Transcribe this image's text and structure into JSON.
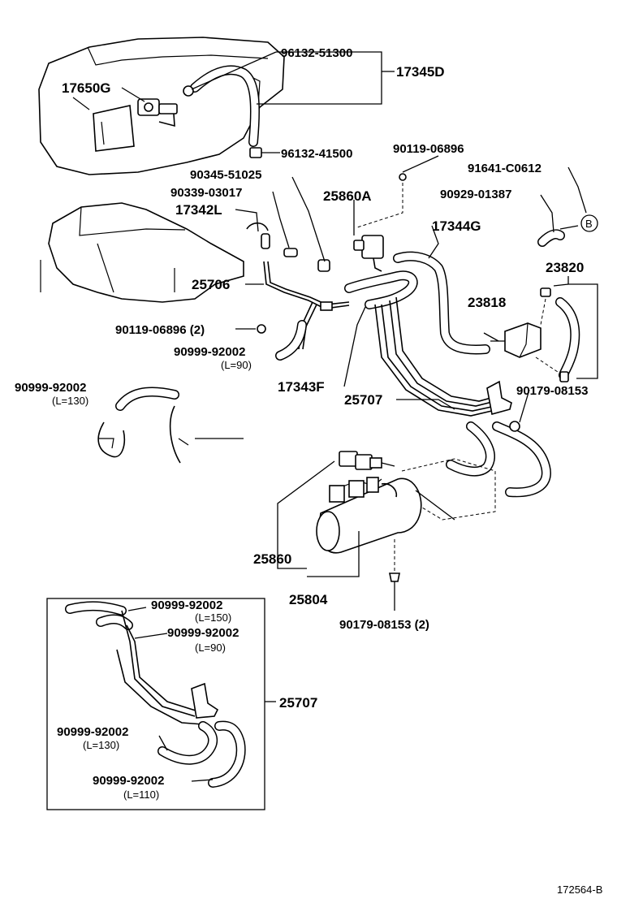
{
  "labels": {
    "p96132_51300": "96132-51300",
    "p17345D": "17345D",
    "p17650G": "17650G",
    "p96132_41500": "96132-41500",
    "p90119_06896": "90119-06896",
    "p91641_C0612": "91641-C0612",
    "p90345_51025": "90345-51025",
    "p25860A": "25860A",
    "p90929_01387": "90929-01387",
    "p90339_03017": "90339-03017",
    "p17342L": "17342L",
    "p17344G": "17344G",
    "marker_B": "B",
    "p23820": "23820",
    "p25706": "25706",
    "p23818": "23818",
    "p90119_06896_2": "90119-06896 (2)",
    "p90999_92002_a": "90999-92002",
    "l90_a": "(L=90)",
    "p17343F": "17343F",
    "p90179_08153": "90179-08153",
    "p90999_92002_b": "90999-92002",
    "l130_a": "(L=130)",
    "p25707": "25707",
    "p25860": "25860",
    "p25804": "25804",
    "p90179_08153_2": "90179-08153 (2)",
    "inset_p90999_92002_150": "90999-92002",
    "inset_l150": "(L=150)",
    "inset_p90999_92002_90": "90999-92002",
    "inset_l90": "(L=90)",
    "inset_p25707": "25707",
    "inset_p90999_92002_130": "90999-92002",
    "inset_l130": "(L=130)",
    "inset_p90999_92002_110": "90999-92002",
    "inset_l110": "(L=110)",
    "diagram_id": "172564-B"
  }
}
